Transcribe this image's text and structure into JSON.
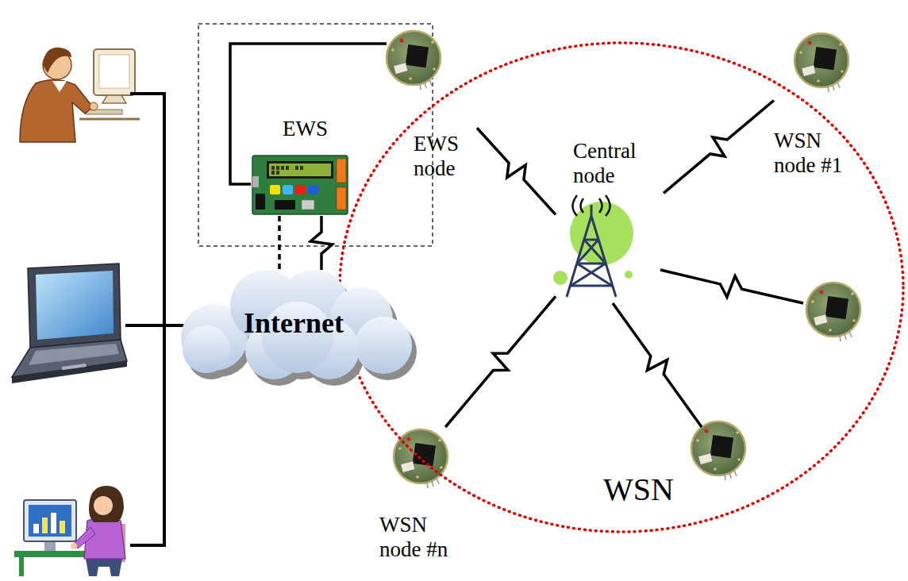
{
  "diagram": {
    "nodes": [
      {
        "text": [
          "EWS"
        ]
      },
      {
        "text": [
          "EWS node"
        ]
      },
      {
        "text": [
          "WSN"
        ]
      },
      {
        "text": [
          "Central node"
        ],
        "in": 2
      },
      {
        "text": [
          "WSN node #1"
        ],
        "in": 2
      },
      {
        "text": [
          "WSN node #n"
        ],
        "in": 2
      },
      {
        "text": [
          "Internet"
        ]
      }
    ],
    "edges": [
      {
        "from": 1,
        "to": 3,
        "arrow": "none"
      },
      {
        "from": 3,
        "to": 4,
        "arrow": "none"
      },
      {
        "from": 3,
        "to": 5,
        "arrow": "none"
      },
      {
        "from": 1,
        "to": 0,
        "arrow": "none"
      },
      {
        "from": 0,
        "to": 6,
        "arrow": "none"
      },
      {
        "from": 0,
        "to": 6,
        "arrow": "none"
      }
    ]
  }
}
